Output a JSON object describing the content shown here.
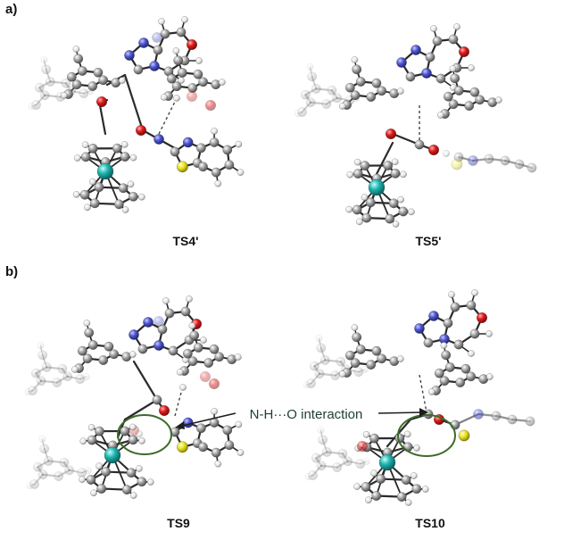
{
  "panels": [
    {
      "label": "a)",
      "structures": [
        {
          "label": "TS4'"
        },
        {
          "label": "TS5'"
        }
      ]
    },
    {
      "label": "b)",
      "structures": [
        {
          "label": "TS9"
        },
        {
          "label": "TS10"
        }
      ]
    }
  ],
  "annotation": {
    "text": "N-H···O interaction"
  },
  "atom_colors": {
    "carbon": "#9a9a9a",
    "hydrogen": "#f2f2f2",
    "nitrogen": "#4a52c9",
    "oxygen": "#e01c1c",
    "sulfur": "#e6e020",
    "ruthenium": "#1fb5b0",
    "bond": "#2b2b2b",
    "highlight_ellipse": "#3d6b2a"
  }
}
